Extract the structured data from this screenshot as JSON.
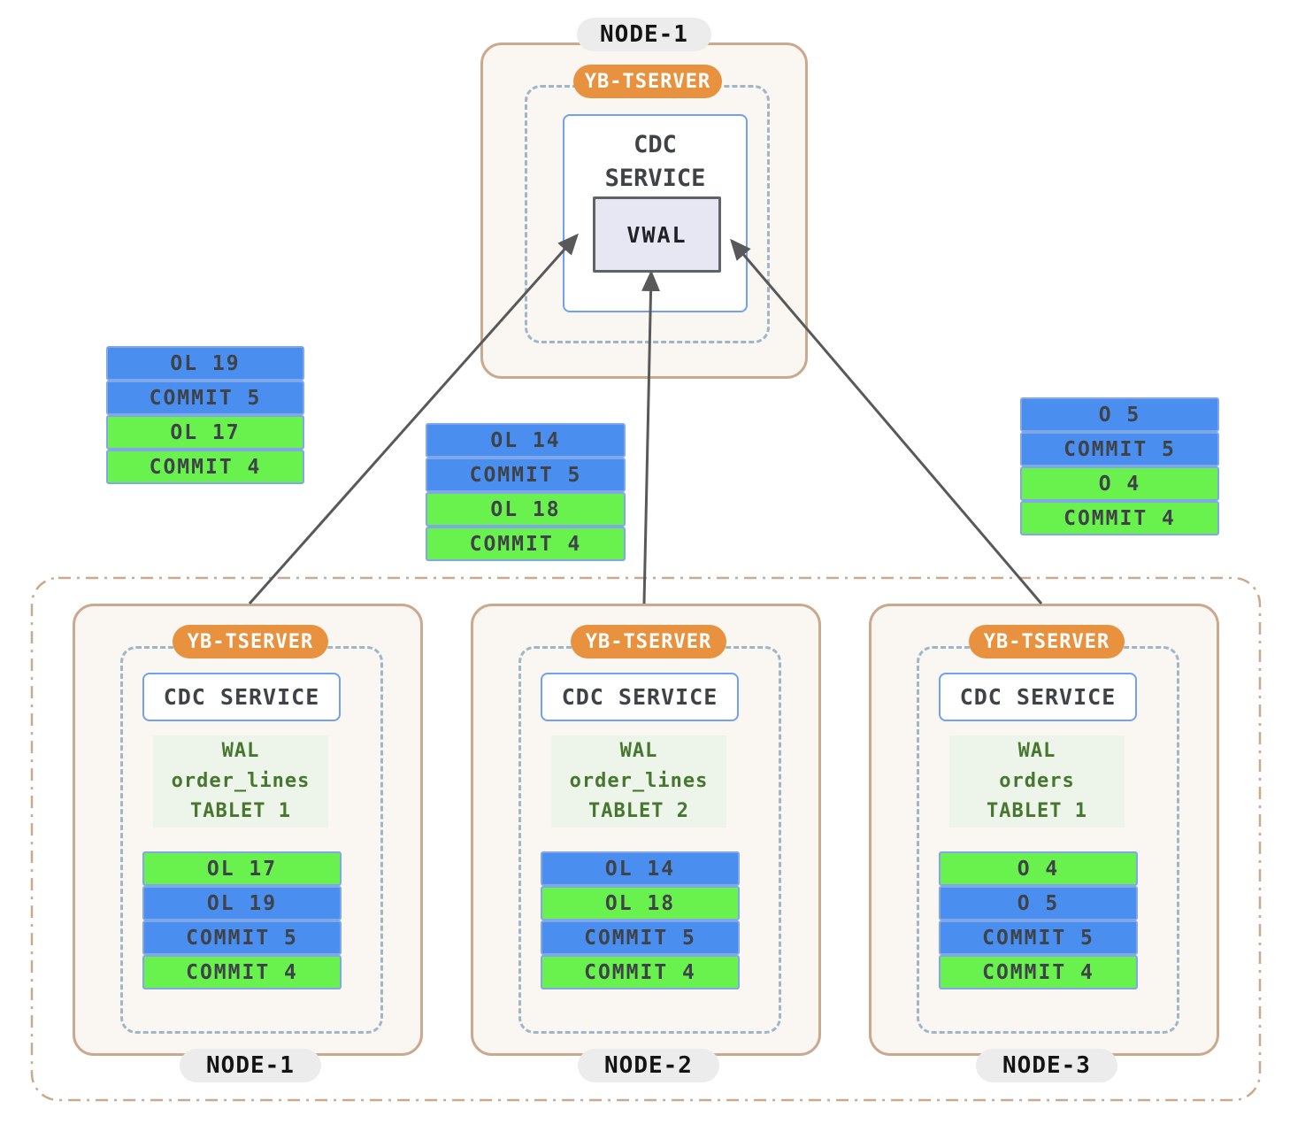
{
  "colors": {
    "bar_blue": "#4a8ef0",
    "bar_green": "#69f24e",
    "bar_border": "#7fa7e9",
    "badge_orange": "#e8923f",
    "node_tan": "#c9aa8e",
    "node_bg": "#faf6f2",
    "dash_blue": "#9fb6c9",
    "cdc_blue": "#71a0f4",
    "vwal_bg": "#e7e6f3",
    "vwal_border": "#5f6368",
    "wal_bg": "#edf4e9",
    "wal_green": "#47762e",
    "pill_bg": "#ececec",
    "arrow_gray": "#595959",
    "text_dark": "#3f4347"
  },
  "top_node": {
    "title": "NODE-1",
    "badge": "YB-TSERVER",
    "cdc_label": "CDC SERVICE",
    "vwal_label": "VWAL"
  },
  "wal_segments": [
    {
      "bars": [
        {
          "label": "OL 19",
          "color": "blue"
        },
        {
          "label": "COMMIT 5",
          "color": "blue"
        },
        {
          "label": "OL 17",
          "color": "green"
        },
        {
          "label": "COMMIT 4",
          "color": "green"
        }
      ]
    },
    {
      "bars": [
        {
          "label": "OL 14",
          "color": "blue"
        },
        {
          "label": "COMMIT 5",
          "color": "blue"
        },
        {
          "label": "OL 18",
          "color": "green"
        },
        {
          "label": "COMMIT 4",
          "color": "green"
        }
      ]
    },
    {
      "bars": [
        {
          "label": "O 5",
          "color": "blue"
        },
        {
          "label": "COMMIT 5",
          "color": "blue"
        },
        {
          "label": "O 4",
          "color": "green"
        },
        {
          "label": "COMMIT 4",
          "color": "green"
        }
      ]
    }
  ],
  "bottom_nodes": [
    {
      "title": "NODE-1",
      "badge": "YB-TSERVER",
      "cdc_label": "CDC SERVICE",
      "wal": {
        "line1": "WAL",
        "line2": "order_lines",
        "line3": "TABLET 1"
      },
      "bars": [
        {
          "label": "OL 17",
          "color": "green"
        },
        {
          "label": "OL 19",
          "color": "blue"
        },
        {
          "label": "COMMIT 5",
          "color": "blue"
        },
        {
          "label": "COMMIT 4",
          "color": "green"
        }
      ]
    },
    {
      "title": "NODE-2",
      "badge": "YB-TSERVER",
      "cdc_label": "CDC SERVICE",
      "wal": {
        "line1": "WAL",
        "line2": "order_lines",
        "line3": "TABLET 2"
      },
      "bars": [
        {
          "label": "OL 14",
          "color": "blue"
        },
        {
          "label": "OL 18",
          "color": "green"
        },
        {
          "label": "COMMIT 5",
          "color": "blue"
        },
        {
          "label": "COMMIT 4",
          "color": "green"
        }
      ]
    },
    {
      "title": "NODE-3",
      "badge": "YB-TSERVER",
      "cdc_label": "CDC SERVICE",
      "wal": {
        "line1": "WAL",
        "line2": "orders",
        "line3": "TABLET 1"
      },
      "bars": [
        {
          "label": "O 4",
          "color": "green"
        },
        {
          "label": "O 5",
          "color": "blue"
        },
        {
          "label": "COMMIT 5",
          "color": "blue"
        },
        {
          "label": "COMMIT 4",
          "color": "green"
        }
      ]
    }
  ]
}
